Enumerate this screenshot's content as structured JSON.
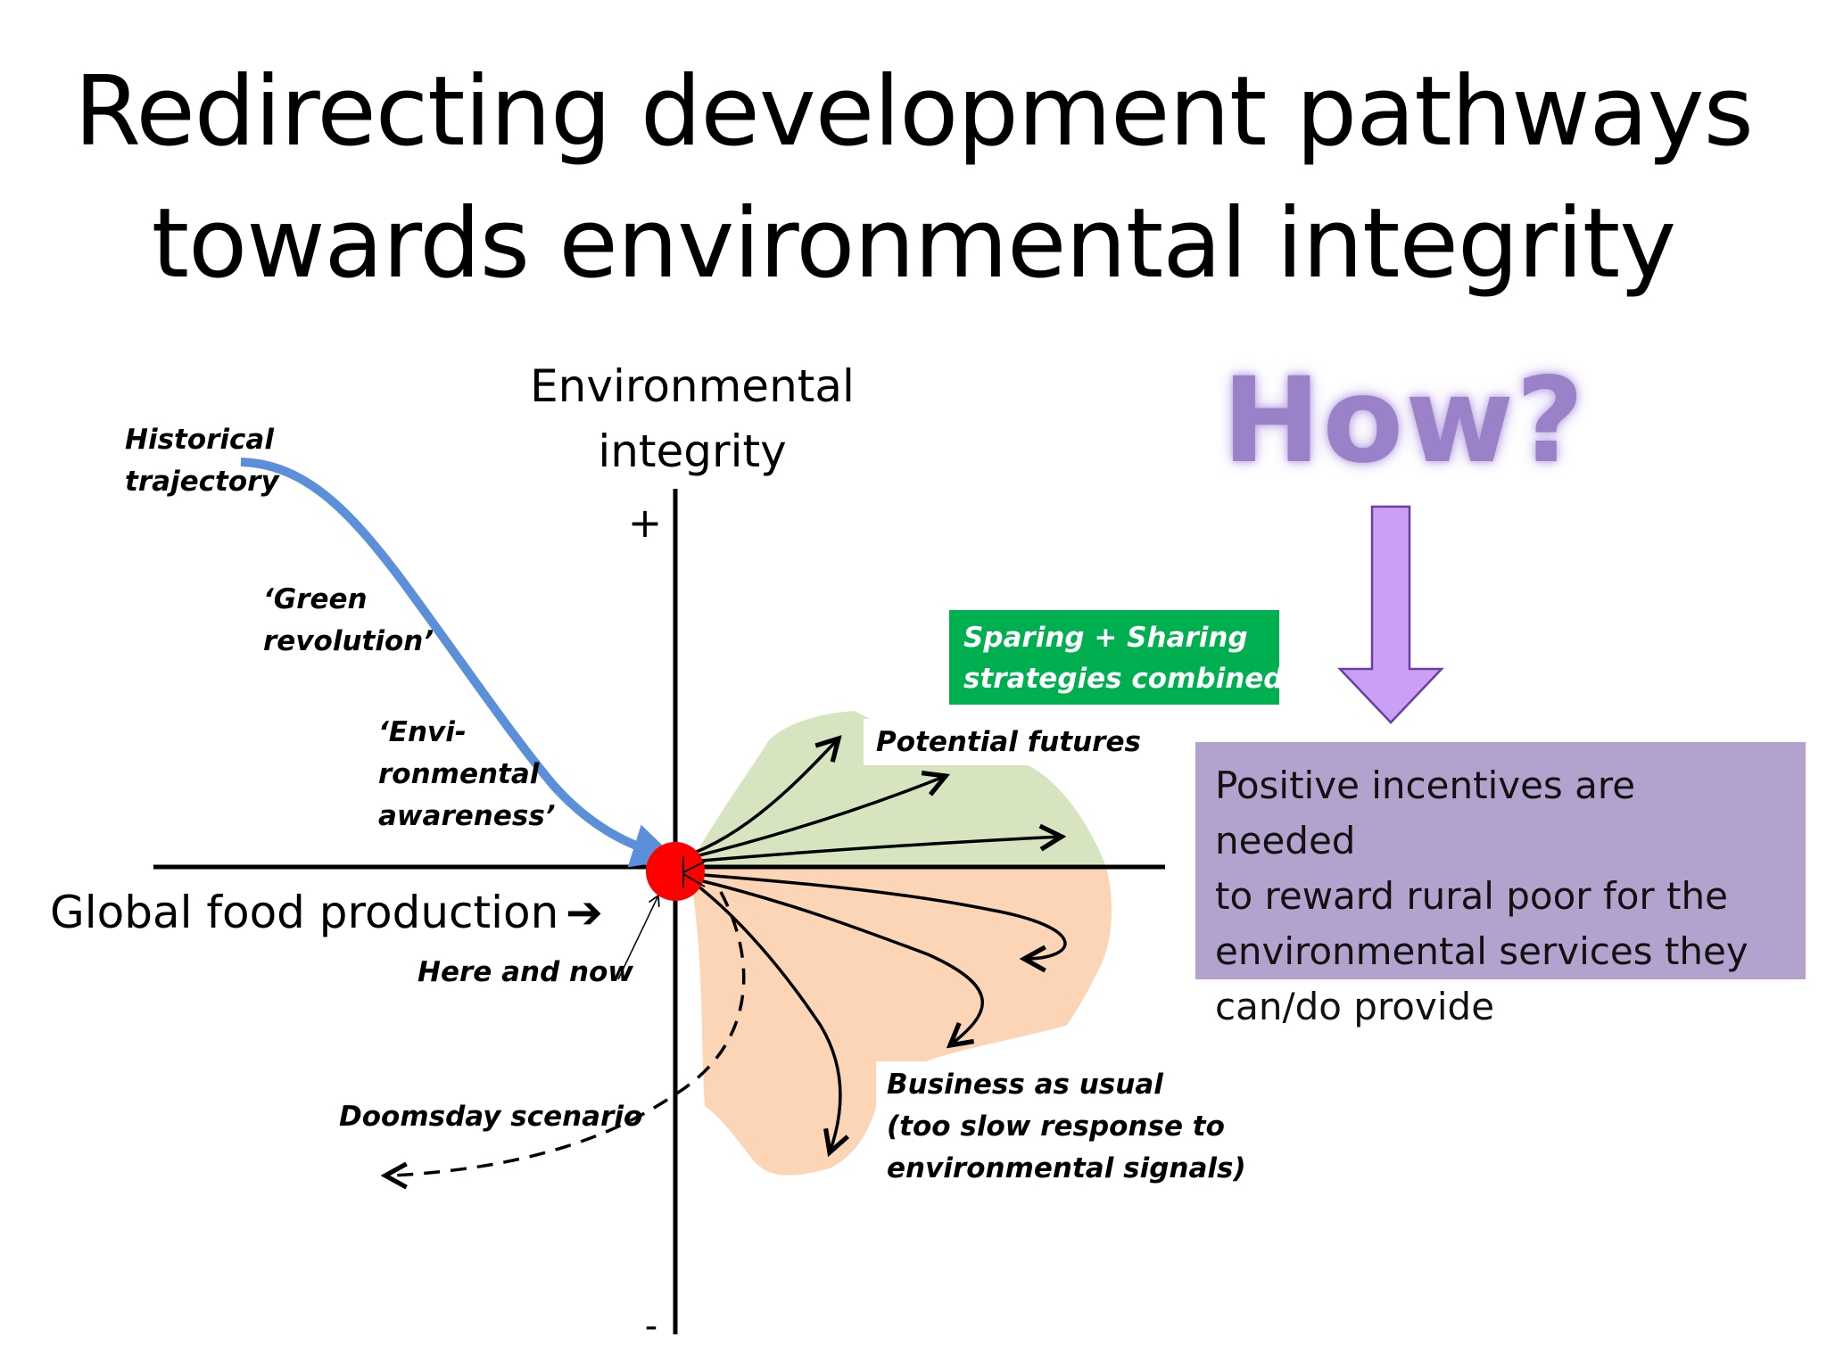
{
  "title": {
    "line1": "Redirecting development pathways",
    "line2": "towards environmental integrity"
  },
  "axes": {
    "y_label_line1": "Environmental",
    "y_label_line2": "integrity",
    "y_plus": "+",
    "y_minus": "-",
    "x_label": "Global food production",
    "x_arrow": "➔"
  },
  "labels": {
    "historical_line1": "Historical",
    "historical_line2": "trajectory",
    "green_line1": "‘Green",
    "green_line2": "revolution’",
    "envi_line1": "‘Envi-",
    "envi_line2": "ronmental",
    "envi_line3": "awareness’",
    "here_and_now": "Here and now",
    "doomsday": "Doomsday scenario",
    "potential_futures": "Potential futures",
    "business_line1": "Business as usual",
    "business_line2": "(too slow response to",
    "business_line3": "environmental signals)"
  },
  "green_box": {
    "line1": "Sparing + Sharing",
    "line2": "strategies combined"
  },
  "how": "How?",
  "incentive_text": {
    "line1": "Positive incentives are needed",
    "line2": "to reward rural poor for the",
    "line3": "environmental services they",
    "line4": "can/do provide"
  },
  "colors": {
    "historical_curve": "#5b8fd9",
    "green_region": "#d7e4c0",
    "orange_region": "#fbd5b5",
    "origin_dot": "#ff0000",
    "green_box": "#00b050",
    "how_text": "#9b82c8",
    "down_arrow": "#c9a0f5",
    "incentive_box": "#b3a2cd"
  }
}
